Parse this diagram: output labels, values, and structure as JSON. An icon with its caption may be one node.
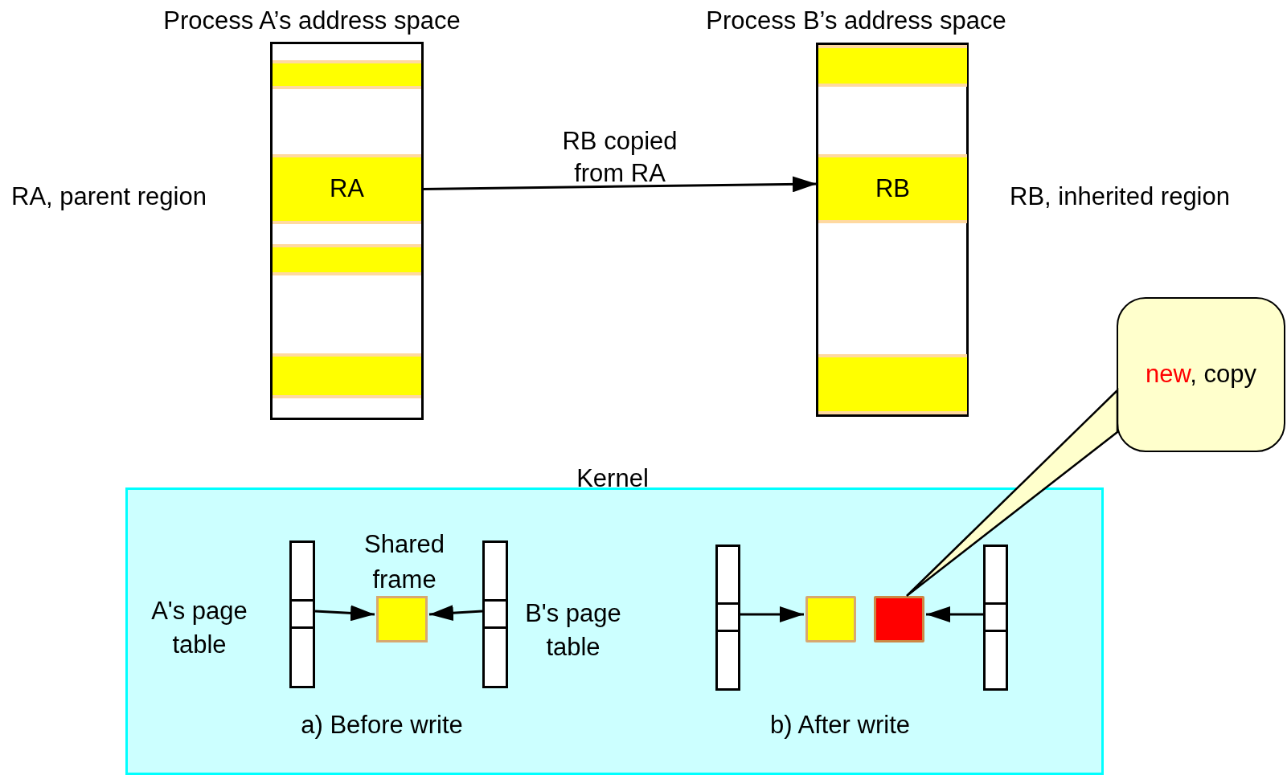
{
  "diagram": {
    "nodes": [
      {
        "text": [
          "Process A’s address space"
        ]
      },
      {
        "text": [],
        "shape": "bar",
        "in": 0
      },
      {
        "text": [
          "RA"
        ],
        "in": 0,
        "beside": [
          "RA, parent region"
        ]
      },
      {
        "text": [],
        "shape": "bar",
        "in": 0
      },
      {
        "text": [],
        "shape": "bar",
        "in": 0
      },
      {
        "text": [
          "Process B’s address space"
        ]
      },
      {
        "text": [],
        "shape": "bar",
        "in": 5
      },
      {
        "text": [
          "RB"
        ],
        "in": 5,
        "beside": [
          "RB, inherited region"
        ]
      },
      {
        "text": [],
        "shape": "bar",
        "in": 5
      },
      {
        "text": [
          "Kernel"
        ]
      },
      {
        "text": [],
        "shape": "bar",
        "in": 9,
        "beside": [
          "A's page table"
        ]
      },
      {
        "text": [
          "Shared frame"
        ],
        "in": 9
      },
      {
        "text": [],
        "shape": "bar",
        "in": 9,
        "beside": [
          "B's page table"
        ]
      },
      {
        "text": [],
        "shape": "bar",
        "in": 9
      },
      {
        "text": [],
        "shape": "box",
        "in": 9
      },
      {
        "text": [],
        "shape": "box",
        "in": 9
      },
      {
        "text": [],
        "shape": "bar",
        "in": 9
      },
      {
        "text": [
          "new, copy"
        ]
      }
    ],
    "edges": [
      {
        "from": 2,
        "to": 7,
        "arrow": "to",
        "label": "RB copied from RA"
      },
      {
        "from": 10,
        "to": 11,
        "arrow": "to"
      },
      {
        "from": 12,
        "to": 11,
        "arrow": "to"
      },
      {
        "from": 13,
        "to": 14,
        "arrow": "to"
      },
      {
        "from": 16,
        "to": 15,
        "arrow": "to"
      },
      {
        "from": 17,
        "to": 15,
        "arrow": "none"
      }
    ],
    "labels": [
      "a) Before write",
      "b) After write"
    ]
  }
}
